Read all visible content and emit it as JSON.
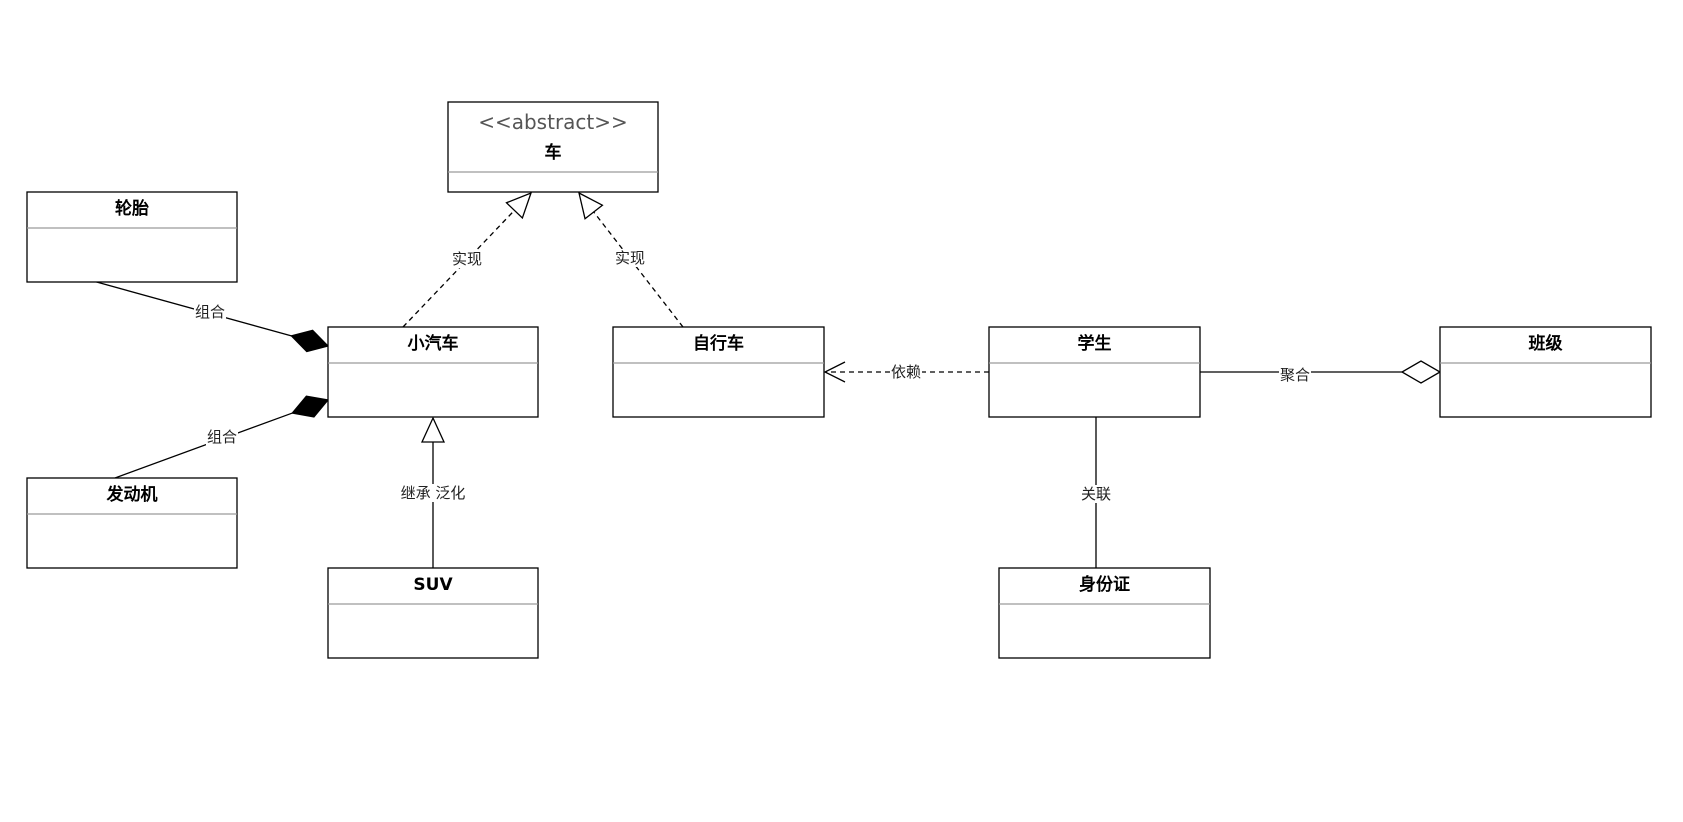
{
  "diagram": {
    "classes": [
      {
        "id": "car",
        "stereotype": "<<abstract>>",
        "name": "车"
      },
      {
        "id": "tire",
        "stereotype": "",
        "name": "轮胎"
      },
      {
        "id": "sedan",
        "stereotype": "",
        "name": "小汽车"
      },
      {
        "id": "bicycle",
        "stereotype": "",
        "name": "自行车"
      },
      {
        "id": "student",
        "stereotype": "",
        "name": "学生"
      },
      {
        "id": "class",
        "stereotype": "",
        "name": "班级"
      },
      {
        "id": "engine",
        "stereotype": "",
        "name": "发动机"
      },
      {
        "id": "suv",
        "stereotype": "",
        "name": "SUV"
      },
      {
        "id": "idcard",
        "stereotype": "",
        "name": "身份证"
      }
    ],
    "relations": [
      {
        "id": "sedan-car",
        "from": "sedan",
        "to": "car",
        "type": "realization",
        "label": "实现"
      },
      {
        "id": "bicycle-car",
        "from": "bicycle",
        "to": "car",
        "type": "realization",
        "label": "实现"
      },
      {
        "id": "tire-sedan",
        "from": "tire",
        "to": "sedan",
        "type": "composition",
        "label": "组合"
      },
      {
        "id": "engine-sedan",
        "from": "engine",
        "to": "sedan",
        "type": "composition",
        "label": "组合"
      },
      {
        "id": "suv-sedan",
        "from": "suv",
        "to": "sedan",
        "type": "generalization",
        "label": "继承 泛化"
      },
      {
        "id": "student-bicycle",
        "from": "student",
        "to": "bicycle",
        "type": "dependency",
        "label": "依赖"
      },
      {
        "id": "student-class",
        "from": "student",
        "to": "class",
        "type": "aggregation",
        "label": "聚合"
      },
      {
        "id": "student-idcard",
        "from": "student",
        "to": "idcard",
        "type": "association",
        "label": "关联"
      }
    ]
  }
}
